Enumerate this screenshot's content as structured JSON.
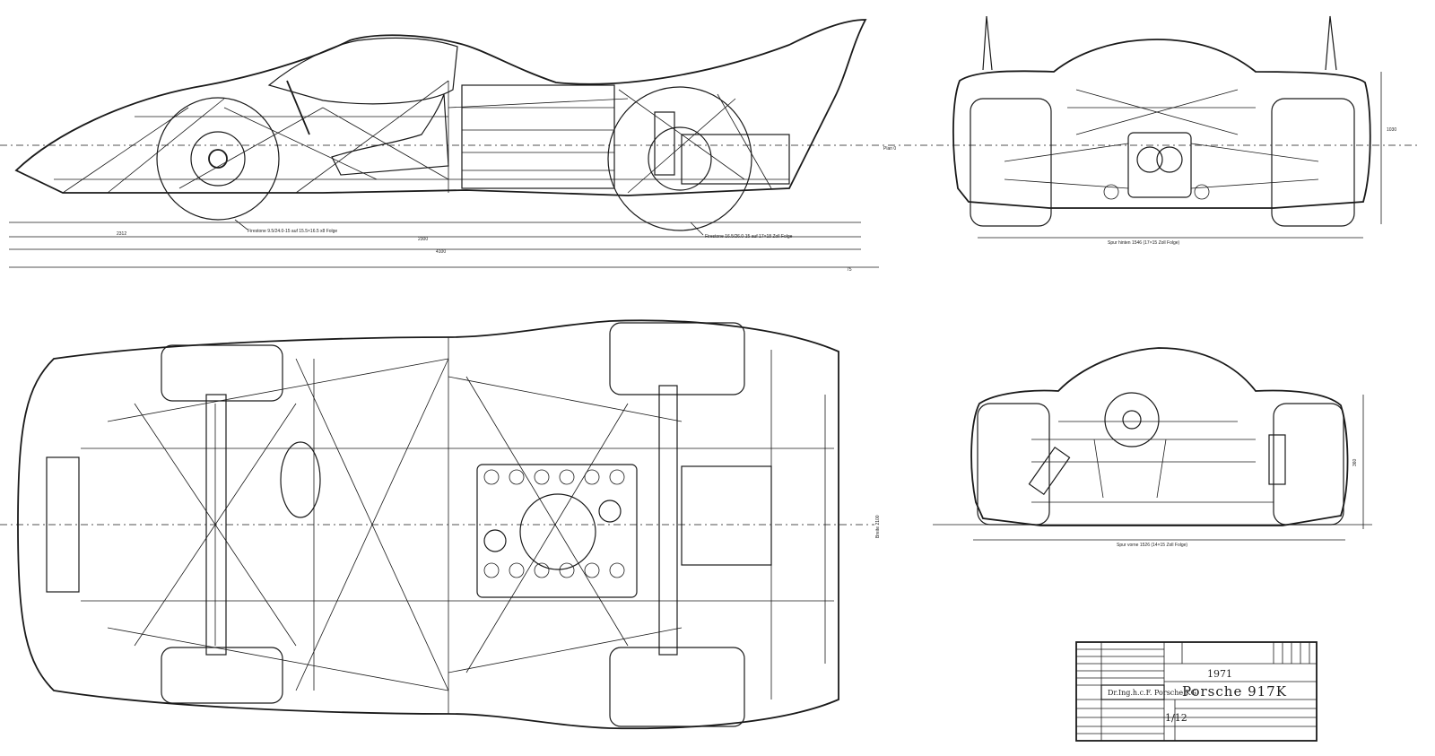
{
  "views": {
    "side": {
      "front_tire_note": "Firestone 9.5/24.0-15 auf 15.5×16.5 x8 Folge",
      "rear_tire_note": "Firestone 16.5/26.0-15 auf 17×18 Zoll Folge",
      "dim_1": "2312",
      "dim_2": "2300",
      "dim_3": "4100",
      "dim_4": "75",
      "ground_label": "Plan 0"
    },
    "rear": {
      "track_note": "Spur hinten 1546 (17×15 Zoll Folge)",
      "height_dim": "1030"
    },
    "front": {
      "track_note": "Spur vorne 1526 (14×15 Zoll Folge)",
      "height_dim": "360"
    },
    "top": {
      "side_label": "Breite 2100"
    }
  },
  "title_block": {
    "year": "1971",
    "model": "Porsche 917K",
    "company": "Dr.Ing.h.c.F. Porsche KG",
    "scale": "1/12"
  }
}
